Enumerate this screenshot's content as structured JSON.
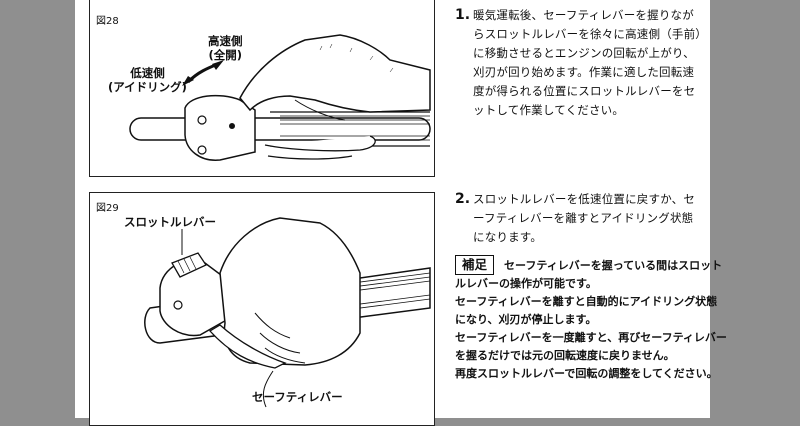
{
  "figures": {
    "fig28": {
      "label": "図28",
      "high_speed": "高速側",
      "full_open": "(全開)",
      "low_speed": "低速側",
      "idling": "(アイドリング)"
    },
    "fig29": {
      "label": "図29",
      "throttle_lever": "スロットルレバー",
      "safety_lever": "セーフティレバー"
    }
  },
  "steps": [
    {
      "number": "1.",
      "text": "暖気運転後、セーフティレバーを握りながらスロットルレバーを徐々に高速側（手前）に移動させるとエンジンの回転が上がり、刈刃が回り始めます。作業に適した回転速度が得られる位置にスロットルレバーをセットして作業してください。"
    },
    {
      "number": "2.",
      "text": "スロットルレバーを低速位置に戻すか、セーフティレバーを離すとアイドリング状態になります。"
    }
  ],
  "supplement": {
    "badge": "補足",
    "line1": "セーフティレバーを握っている間はスロットルレバーの操作が可能です。",
    "line2": "セーフティレバーを離すと自動的にアイドリング状態になり、刈刃が停止します。",
    "line3": "セーフティレバーを一度離すと、再びセーフティレバーを握るだけでは元の回転速度に戻りません。",
    "line4": "再度スロットルレバーで回転の調整をしてください。"
  }
}
